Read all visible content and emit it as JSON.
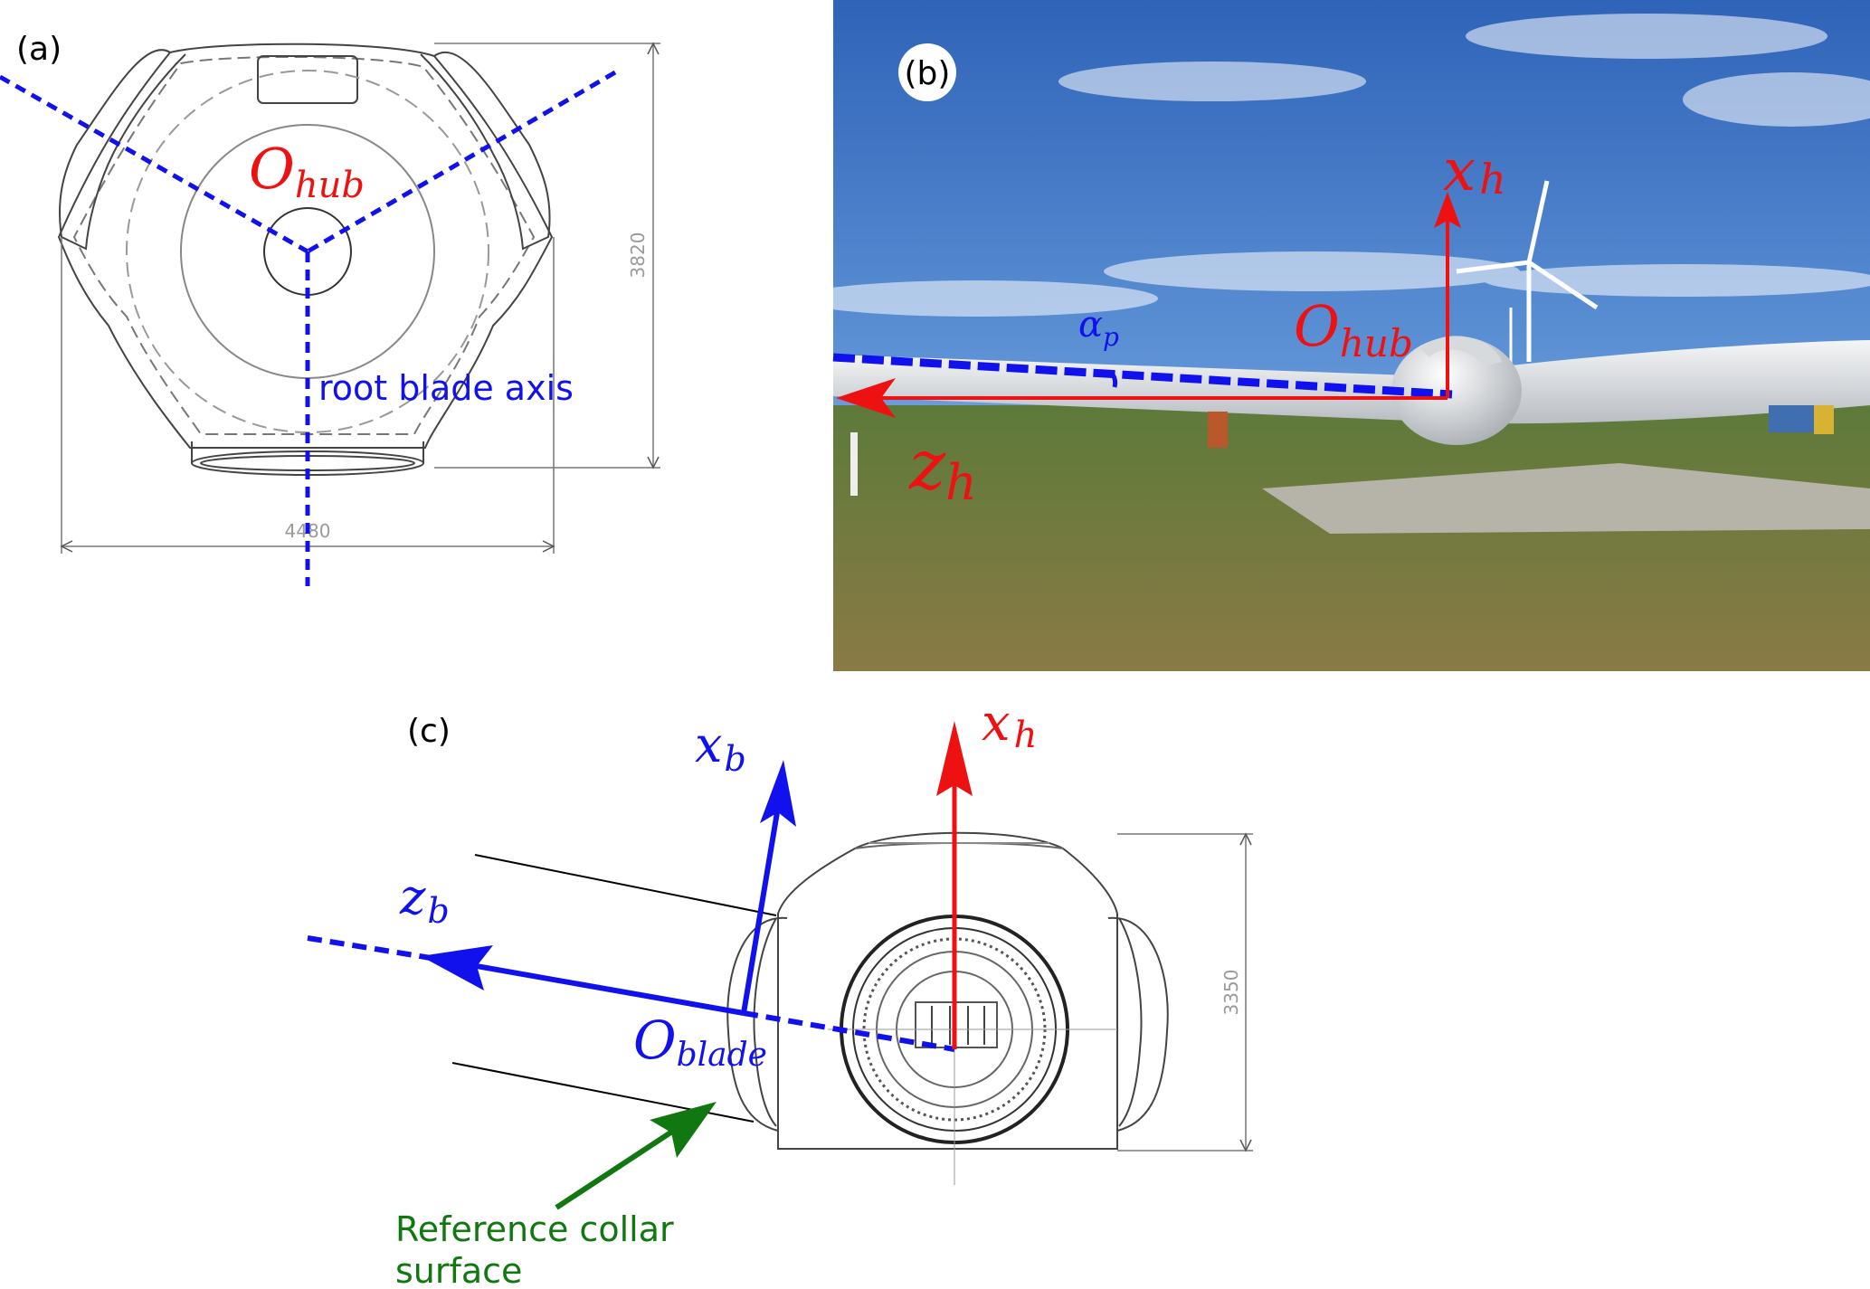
{
  "panels": {
    "a": {
      "label": "(a)",
      "hub_origin_main": "O",
      "hub_origin_sub": "hub",
      "axis_label": "root blade axis",
      "dim_height": "3820",
      "dim_width": "4480"
    },
    "b": {
      "label": "(b)",
      "x_axis_main": "x",
      "x_axis_sub": "h",
      "z_axis_main": "z",
      "z_axis_sub": "h",
      "hub_origin_main": "O",
      "hub_origin_sub": "hub",
      "angle_main": "α",
      "angle_sub": "p"
    },
    "c": {
      "label": "(c)",
      "xb_main": "x",
      "xb_sub": "b",
      "zb_main": "z",
      "zb_sub": "b",
      "xh_main": "x",
      "xh_sub": "h",
      "blade_origin_main": "O",
      "blade_origin_sub": "blade",
      "dim_height": "3350",
      "reference_line1": "Reference collar",
      "reference_line2": "surface"
    }
  },
  "colors": {
    "blue_axis": "#1111ee",
    "red_axis": "#ee1111",
    "green_arrow": "#117711",
    "drawing_line": "#444444"
  }
}
